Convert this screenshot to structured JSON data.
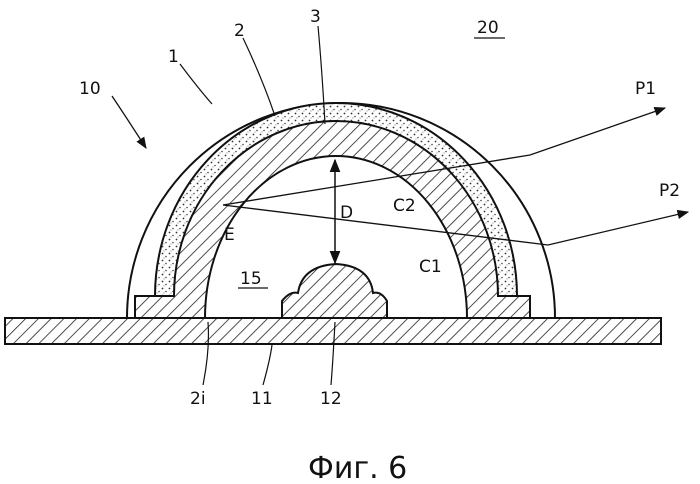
{
  "figure": {
    "caption": "Фиг. 6",
    "labels": {
      "device": "10",
      "layer_1": "1",
      "layer_2": "2",
      "layer_3": "3",
      "region_20": "20",
      "ray_p1": "P1",
      "ray_p2": "P2",
      "distance_d": "D",
      "point_e": "E",
      "curve_c1": "C1",
      "curve_c2": "C2",
      "inner_space": "15",
      "inner_surface": "2i",
      "substrate": "11",
      "chip": "12"
    }
  }
}
